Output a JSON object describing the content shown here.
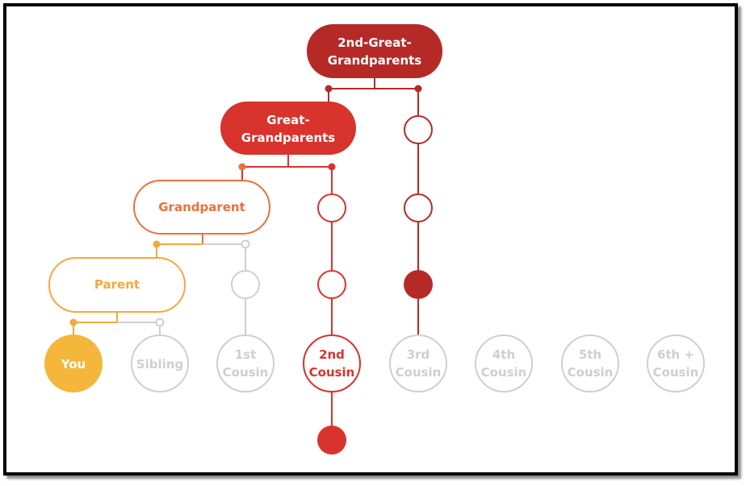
{
  "colors": {
    "you": "#f4b73b",
    "parent": "#f2a93b",
    "grandparent": "#ec7038",
    "great": "#d8332c",
    "great2": "#b52a27",
    "faded": "#cfcfcf",
    "white": "#ffffff"
  },
  "nodes": {
    "you": "You",
    "parent": "Parent",
    "grandparent": "Grandparent",
    "great_grandparents": [
      "Great-",
      "Grandparents"
    ],
    "second_great_grandparents": [
      "2nd-Great-",
      "Grandparents"
    ],
    "sibling": "Sibling",
    "cousin_1": [
      "1st",
      "Cousin"
    ],
    "cousin_2": [
      "2nd",
      "Cousin"
    ],
    "cousin_3": [
      "3rd",
      "Cousin"
    ],
    "cousin_4": [
      "4th",
      "Cousin"
    ],
    "cousin_5": [
      "5th",
      "Cousin"
    ],
    "cousin_6": [
      "6th +",
      "Cousin"
    ]
  }
}
